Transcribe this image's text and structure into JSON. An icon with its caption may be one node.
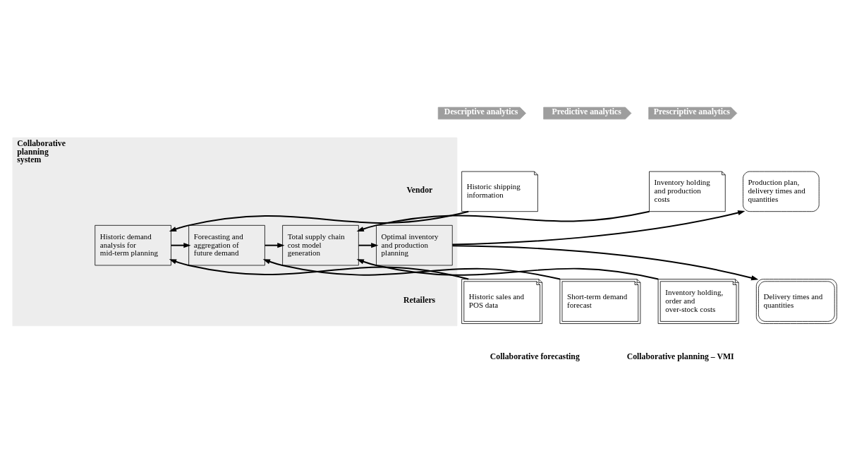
{
  "diagram": {
    "nodes": [
      {
        "text": [
          "Descriptive analytics"
        ]
      },
      {
        "text": [
          "Predictive analytics"
        ]
      },
      {
        "text": [
          "Prescriptive analytics"
        ]
      },
      {
        "text": [
          "Historic shipping information"
        ]
      },
      {
        "text": [
          "Inventory holding and production costs"
        ]
      },
      {
        "text": [
          "Production plan, delivery times and quantities"
        ]
      },
      {
        "text": [
          "Collaborative planning system"
        ]
      },
      {
        "text": [
          "Historic demand analysis for mid-term planning"
        ],
        "in": 6
      },
      {
        "text": [
          "Forecasting and aggregation of future demand"
        ],
        "in": 6
      },
      {
        "text": [
          "Total supply chain cost model generation"
        ],
        "in": 6
      },
      {
        "text": [
          "Optimal inventory and production planning"
        ],
        "in": 6
      },
      {
        "text": [
          "Historic sales and POS data"
        ]
      },
      {
        "text": [
          "Short-term demand forecast"
        ]
      },
      {
        "text": [
          "Inventory holding, order and over-stock costs"
        ]
      },
      {
        "text": [
          "Delivery times and quantities"
        ]
      }
    ],
    "edges": [
      {
        "from": 3,
        "to": 7,
        "arrow": "to"
      },
      {
        "from": 4,
        "to": 9,
        "arrow": "to"
      },
      {
        "from": 10,
        "to": 5,
        "arrow": "to"
      },
      {
        "from": 7,
        "to": 8,
        "arrow": "to"
      },
      {
        "from": 8,
        "to": 9,
        "arrow": "to"
      },
      {
        "from": 9,
        "to": 10,
        "arrow": "to"
      },
      {
        "from": 11,
        "to": 7,
        "arrow": "to"
      },
      {
        "from": 12,
        "to": 8,
        "arrow": "to"
      },
      {
        "from": 13,
        "to": 9,
        "arrow": "to"
      },
      {
        "from": 10,
        "to": 14,
        "arrow": "to"
      }
    ],
    "labels": [
      "Vendor",
      "Retailers",
      "Collaborative forecasting",
      "Collaborative planning – VMI"
    ]
  }
}
